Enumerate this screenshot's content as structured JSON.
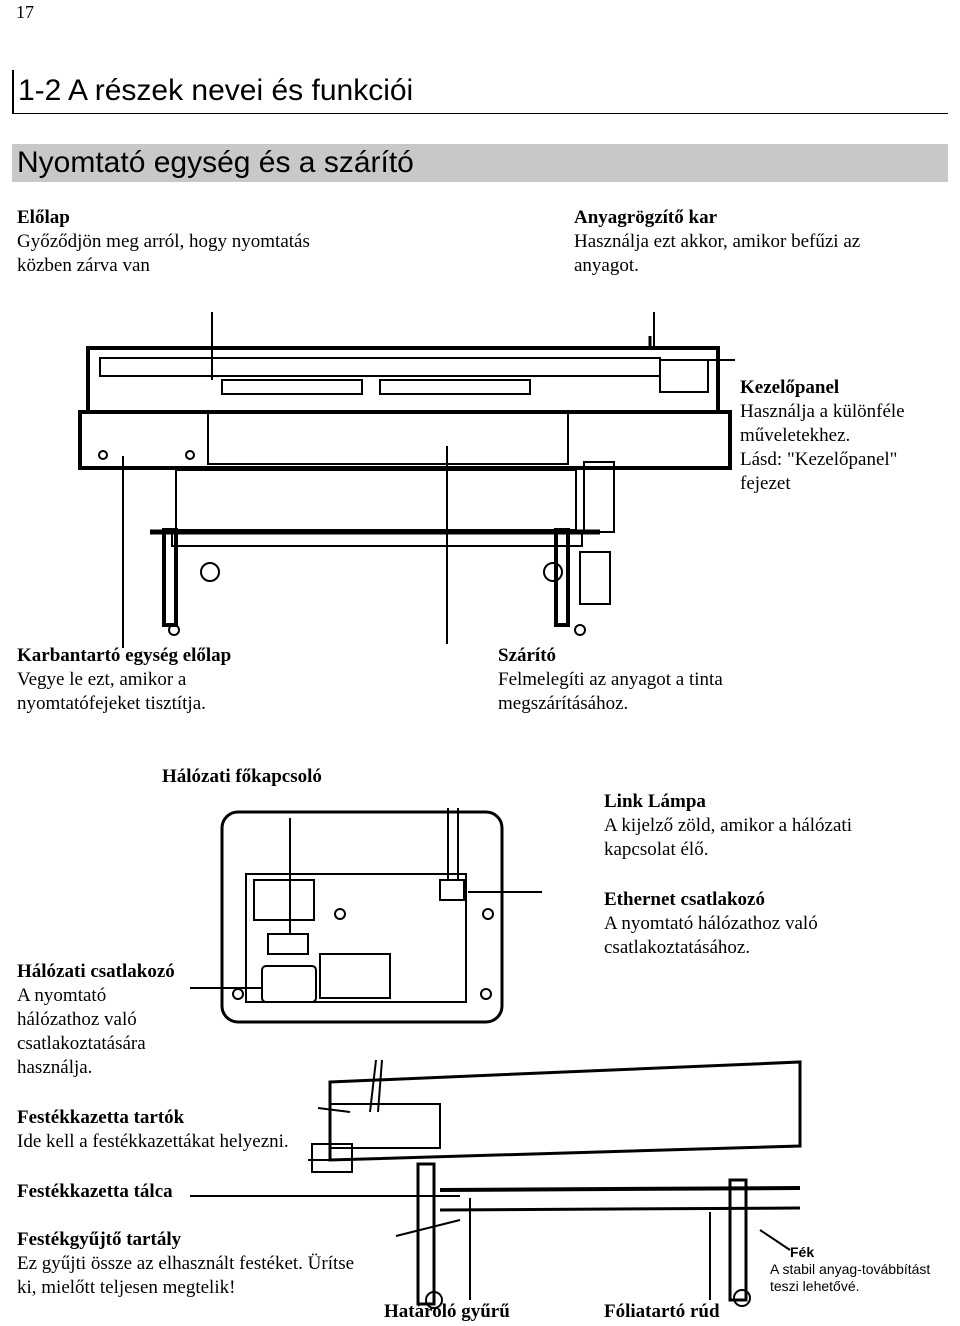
{
  "page_number": "17",
  "section_title": "1-2 A részek nevei és funkciói",
  "subsection_title": "Nyomtató  egység és a szárító",
  "labels": {
    "front_cover": {
      "title": "Előlap",
      "desc1": "Győződjön meg arról, hogy nyomtatás",
      "desc2": "közben zárva van"
    },
    "loading_lever": {
      "title": "Anyagrögzítő kar",
      "desc1": "Használja ezt akkor, amikor befűzi az",
      "desc2": "anyagot."
    },
    "operation_panel": {
      "title": "Kezelőpanel",
      "desc1": "Használja a különféle",
      "desc2": "műveletekhez.",
      "desc3": "Lásd: \"Kezelőpanel\"",
      "desc4": "fejezet"
    },
    "maintenance_cover": {
      "title": "Karbantartó egység előlap",
      "desc1": "Vegye le ezt, amikor a",
      "desc2": "nyomtatófejeket tisztítja."
    },
    "dryer": {
      "title": "Szárító",
      "desc1": "Felmelegíti az anyagot a tinta",
      "desc2": "megszárításához."
    },
    "main_power": {
      "title": "Hálózati főkapcsoló"
    },
    "link_lamp": {
      "title": "Link Lámpa",
      "desc1": "A kijelző zöld, amikor a hálózati",
      "desc2": "kapcsolat élő."
    },
    "ethernet": {
      "title": "Ethernet csatlakozó",
      "desc1": "A nyomtató hálózathoz való",
      "desc2": "csatlakoztatásához."
    },
    "power_connector": {
      "title": "Hálózati csatlakozó",
      "desc1": "A nyomtató",
      "desc2": "hálózathoz való",
      "desc3": "csatlakoztatására",
      "desc4": "használja."
    },
    "cartridge_slots": {
      "title": "Festékkazetta tartók",
      "desc1": "Ide kell a festékkazettákat helyezni."
    },
    "cartridge_tray": {
      "title": "Festékkazetta tálca"
    },
    "drain_bottle": {
      "title": "Festékgyűjtő tartály",
      "desc1": "Ez gyűjti össze az elhasznált festéket. Ürítse",
      "desc2": "ki, mielőtt teljesen megtelik!"
    },
    "brake": {
      "title": "Fék",
      "desc1": "A stabil anyag-továbbítást",
      "desc2": "teszi lehetővé."
    },
    "stopper": {
      "title": "Határoló gyűrű"
    },
    "media_holder": {
      "title": "Fóliatartó rúd"
    }
  }
}
